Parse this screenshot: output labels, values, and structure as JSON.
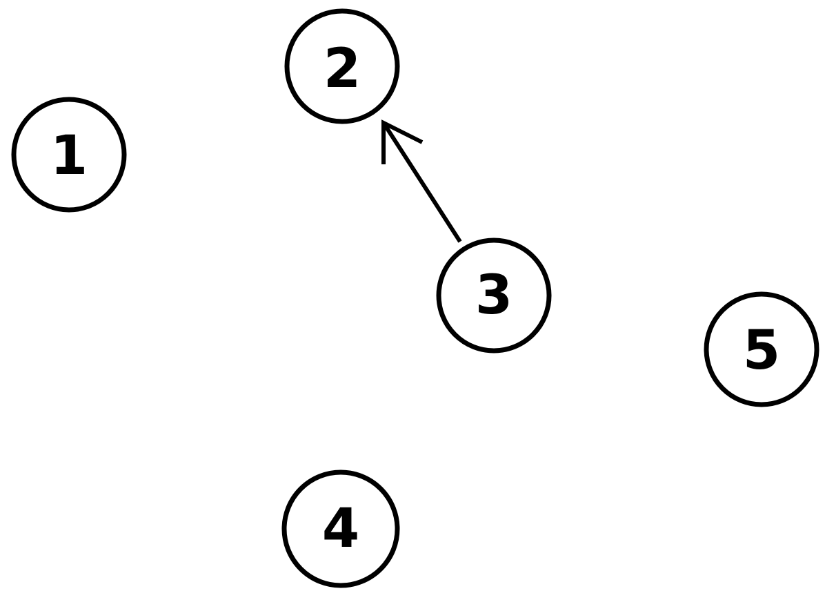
{
  "nodes": [
    {
      "id": "1",
      "label": "1"
    },
    {
      "id": "2",
      "label": "2"
    },
    {
      "id": "3",
      "label": "3"
    },
    {
      "id": "4",
      "label": "4"
    },
    {
      "id": "5",
      "label": "5"
    }
  ],
  "edges": [
    {
      "from": "3",
      "to": "2",
      "directed": true
    }
  ],
  "colors": {
    "stroke": "#000000",
    "background": "#ffffff"
  }
}
